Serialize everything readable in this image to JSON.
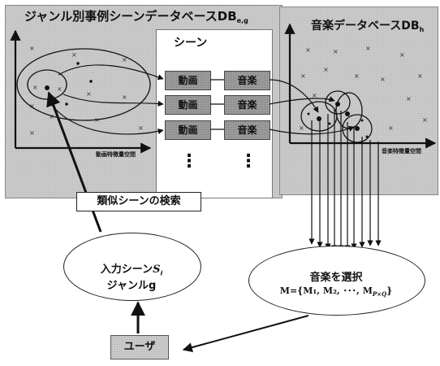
{
  "left_panel": {
    "title": "ジャンル別事例シーンデータベースDB",
    "title_sub": "e,g",
    "axis_label": "動画特徴量空間"
  },
  "right_panel": {
    "title": "音楽データベースDB",
    "title_sub": "h",
    "axis_label": "音楽特徴量空間"
  },
  "scene_box": {
    "title": "シーン",
    "rows": [
      {
        "video": "動画",
        "music": "音楽"
      },
      {
        "video": "動画",
        "music": "音楽"
      },
      {
        "video": "動画",
        "music": "音楽"
      }
    ],
    "ellipsis": "⋮"
  },
  "search_label": "類似シーンの検索",
  "input_scene": {
    "line1": "入力シーン",
    "var": "S",
    "var_sub": "i",
    "line2": "ジャンルg"
  },
  "music_select": {
    "title": "音楽を選択",
    "formula": "M={M₁, M₂, ･･･, M",
    "formula_sub": "P×Q",
    "formula_end": "}"
  },
  "user_label": "ユーザ"
}
